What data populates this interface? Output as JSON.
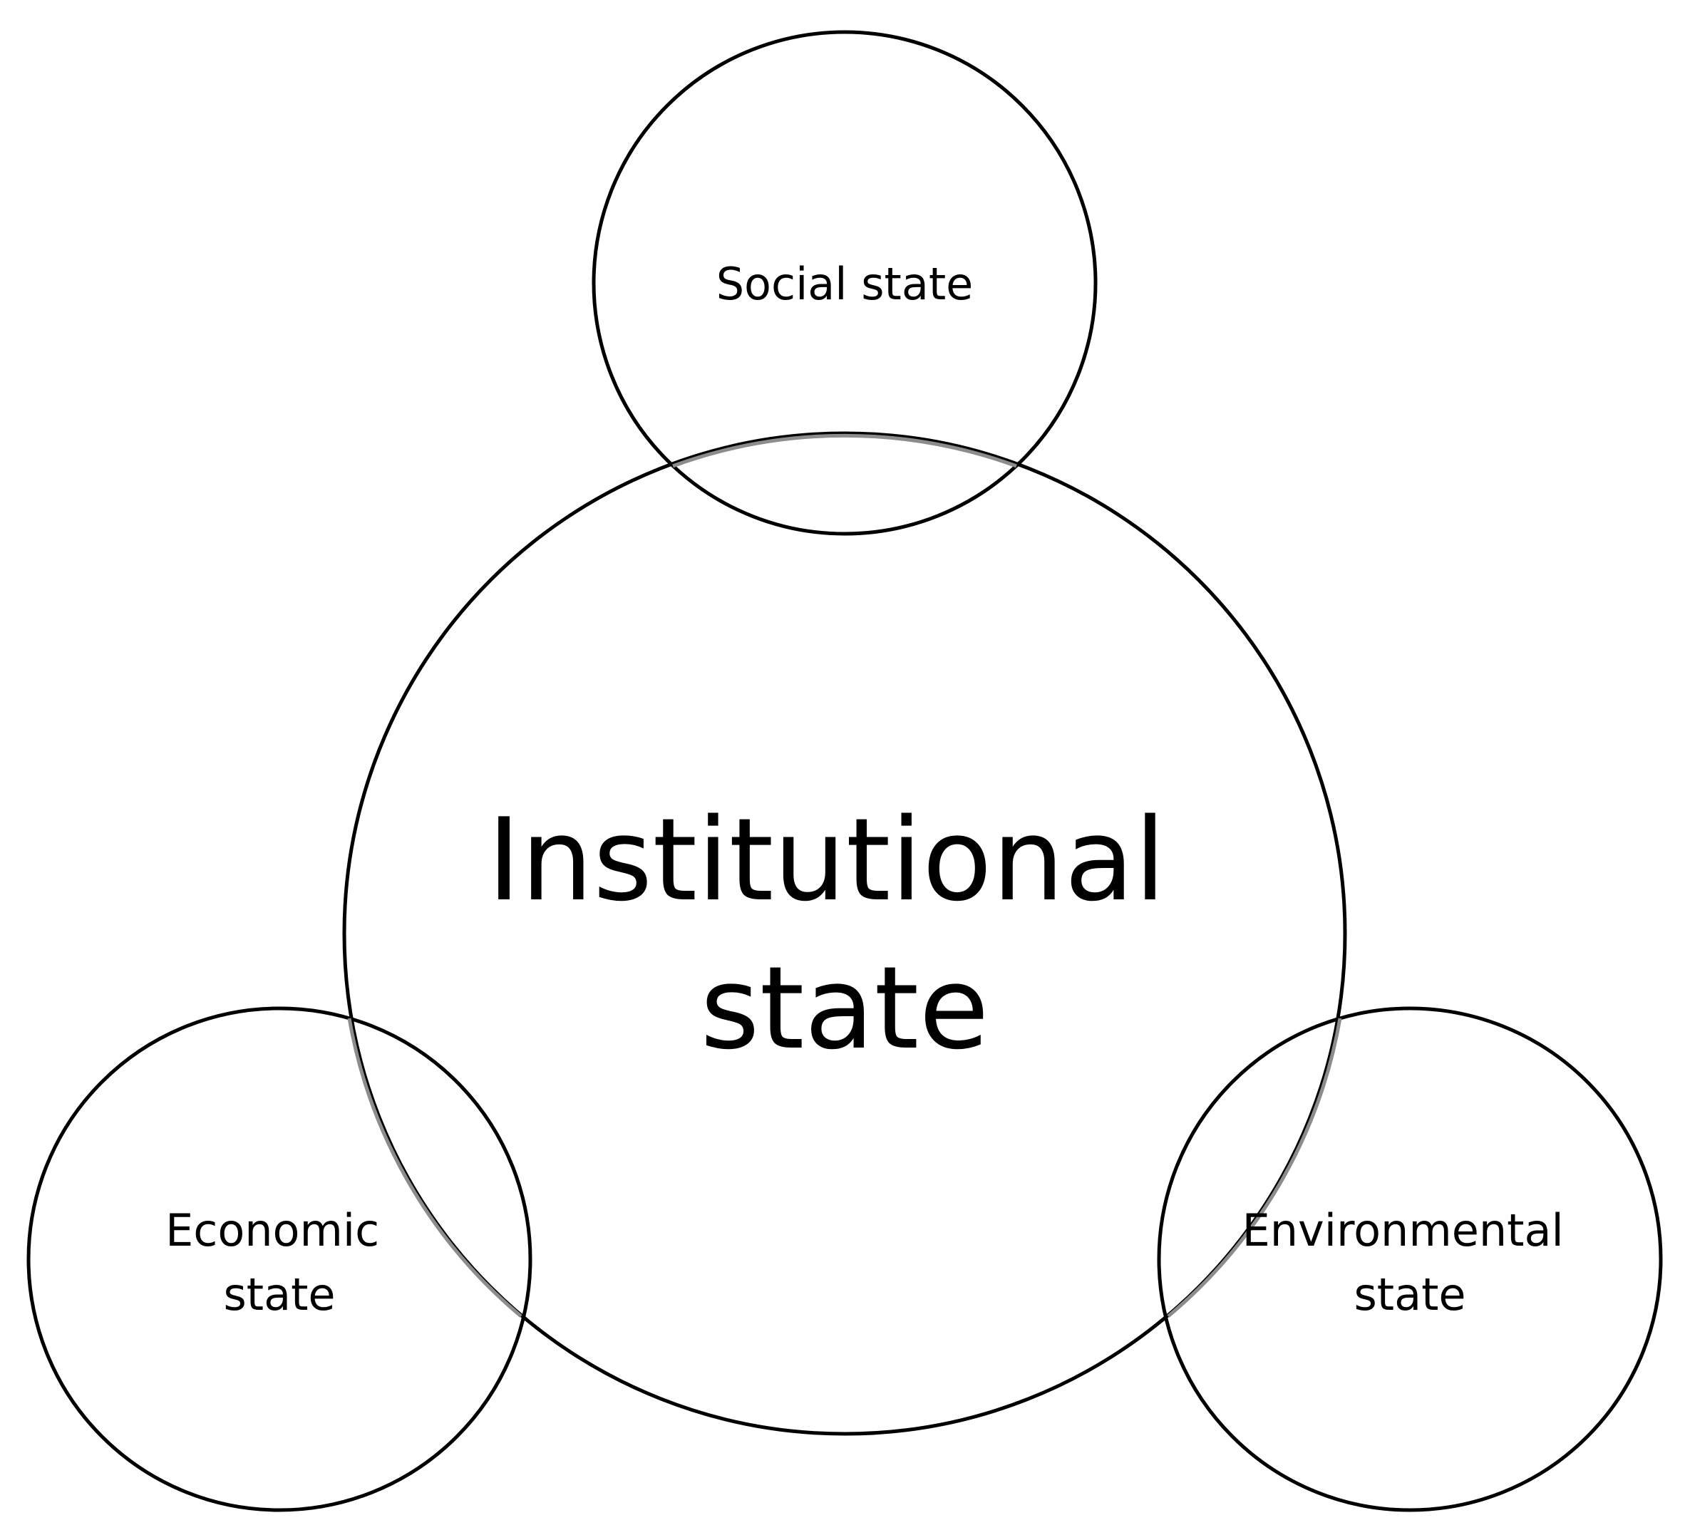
{
  "diagram": {
    "center": {
      "label_lines": [
        "Institutional",
        "state"
      ]
    },
    "satellites": [
      {
        "id": "social",
        "label_lines": [
          "Social state"
        ]
      },
      {
        "id": "economic",
        "label_lines": [
          "Economic",
          "state"
        ]
      },
      {
        "id": "environmental",
        "label_lines": [
          "Environmental",
          "state"
        ]
      }
    ],
    "colors": {
      "stroke": "#000000",
      "overlap_stroke": "#8c8c8c",
      "background": "#ffffff"
    }
  }
}
